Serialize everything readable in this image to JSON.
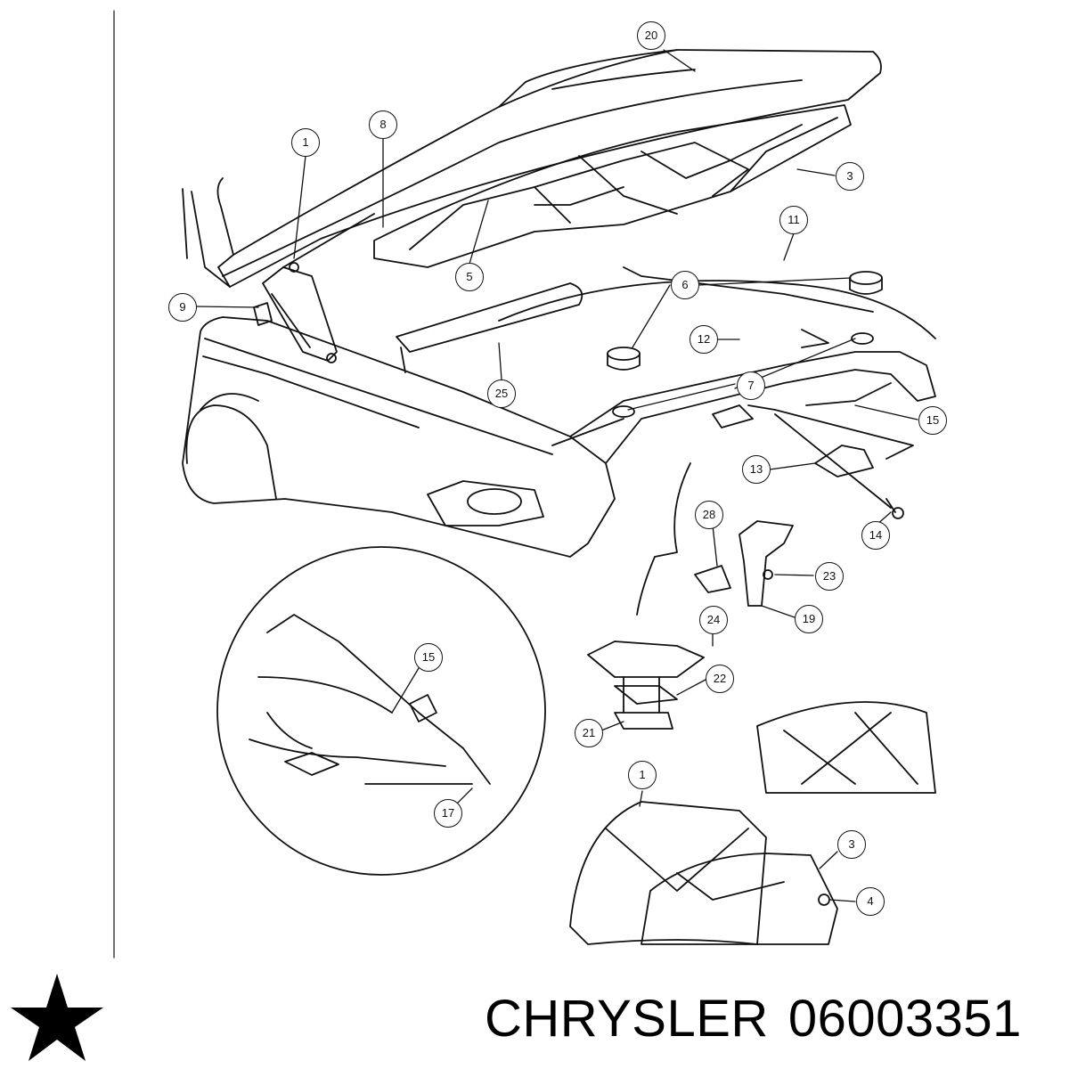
{
  "brand": {
    "name": "CHRYSLER",
    "part_number": "06003351",
    "logo_icon": "pentastar-logo-icon",
    "logo_color": "#000000"
  },
  "labels": {
    "l1": "1",
    "l8": "8",
    "l20": "20",
    "l3": "3",
    "l5": "5",
    "l9": "9",
    "l11": "11",
    "l6": "6",
    "l12": "12",
    "l7": "7",
    "l25": "25",
    "l15": "15",
    "l13": "13",
    "l14": "14",
    "l28": "28",
    "l23": "23",
    "l19": "19",
    "l24": "24",
    "l22": "22",
    "l21": "21",
    "l15b": "15",
    "l17": "17",
    "l1b": "1",
    "l3b": "3",
    "l4": "4"
  }
}
